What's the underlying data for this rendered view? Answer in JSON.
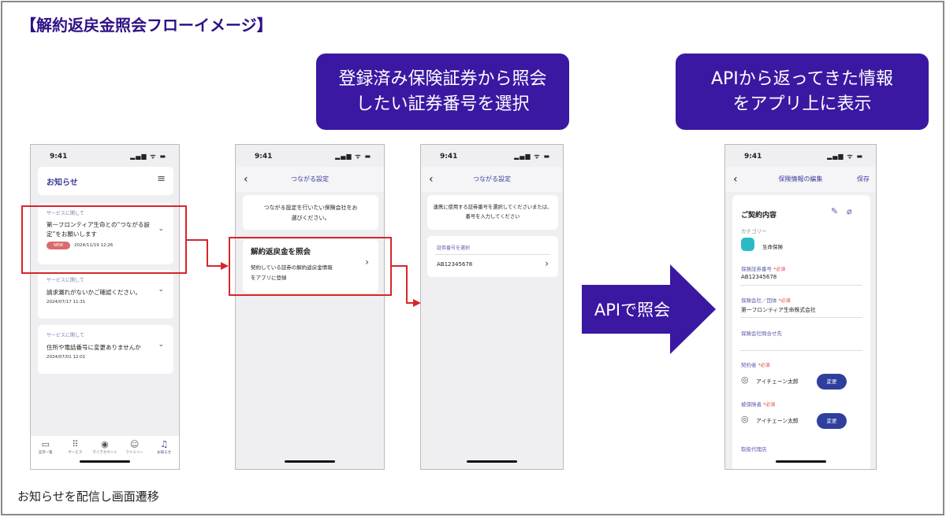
{
  "title": "【解約返戻金照会フローイメージ】",
  "callouts": [
    "登録済み保険証券から照会したい証券番号を選択",
    "APIから返ってきた情報をアプリ上に表示"
  ],
  "api_arrow_label": "APIで照会",
  "caption": "お知らせを配信し画面遷移",
  "status": {
    "time": "9:41",
    "icons": "▂▄▆ ᯤ ▬"
  },
  "phone1": {
    "header": "お知らせ",
    "menu_icon": "≡",
    "items": [
      {
        "category": "サービスに関して",
        "title": "第一フロンティア生命との“つながる設定”をお願いします",
        "badge": "NEW",
        "date": "2024/11/19 12:26"
      },
      {
        "category": "サービスに関して",
        "title": "請求漏れがないかご確認ください。",
        "date": "2024/07/17 11:31"
      },
      {
        "category": "サービスに関して",
        "title": "住所や電話番号に変更ありませんか",
        "date": "2024/07/01 12:01"
      }
    ],
    "tabs": [
      "証券一覧",
      "サービス",
      "マイアカウント",
      "ファミリー",
      "お知らせ"
    ]
  },
  "phone2": {
    "nav_title": "つながる設定",
    "intro": "つながる設定を行いたい保険会社をお選びください。",
    "option_title": "解約返戻金を照会",
    "option_desc": "契約している証券の解約返戻金情報をアプリに登録"
  },
  "phone3": {
    "nav_title": "つながる設定",
    "intro": "連携に使用する証券番号を選択してくださいまたは、番号を入力してください",
    "select_label": "証券番号を選択",
    "policy_number": "AB12345678"
  },
  "phone4": {
    "nav_title": "保険情報の編集",
    "save": "保存",
    "section": "ご契約内容",
    "category_label": "カテゴリー",
    "category": "生命保険",
    "policy_label": "保険証券番号",
    "required": "*必須",
    "policy_number": "AB12345678",
    "company_label": "保険会社／団体",
    "company": "第一フロンティア生命株式会社",
    "contact_label": "保険会社問合せ先",
    "contractor_label": "契約者",
    "contractor": "アイチェーン太郎",
    "insured_label": "被保険者",
    "insured": "アイチェーン太郎",
    "change": "変更",
    "agency_label": "取扱代理店"
  },
  "colors": {
    "accent": "#3b18a2",
    "red": "#d6262a"
  }
}
